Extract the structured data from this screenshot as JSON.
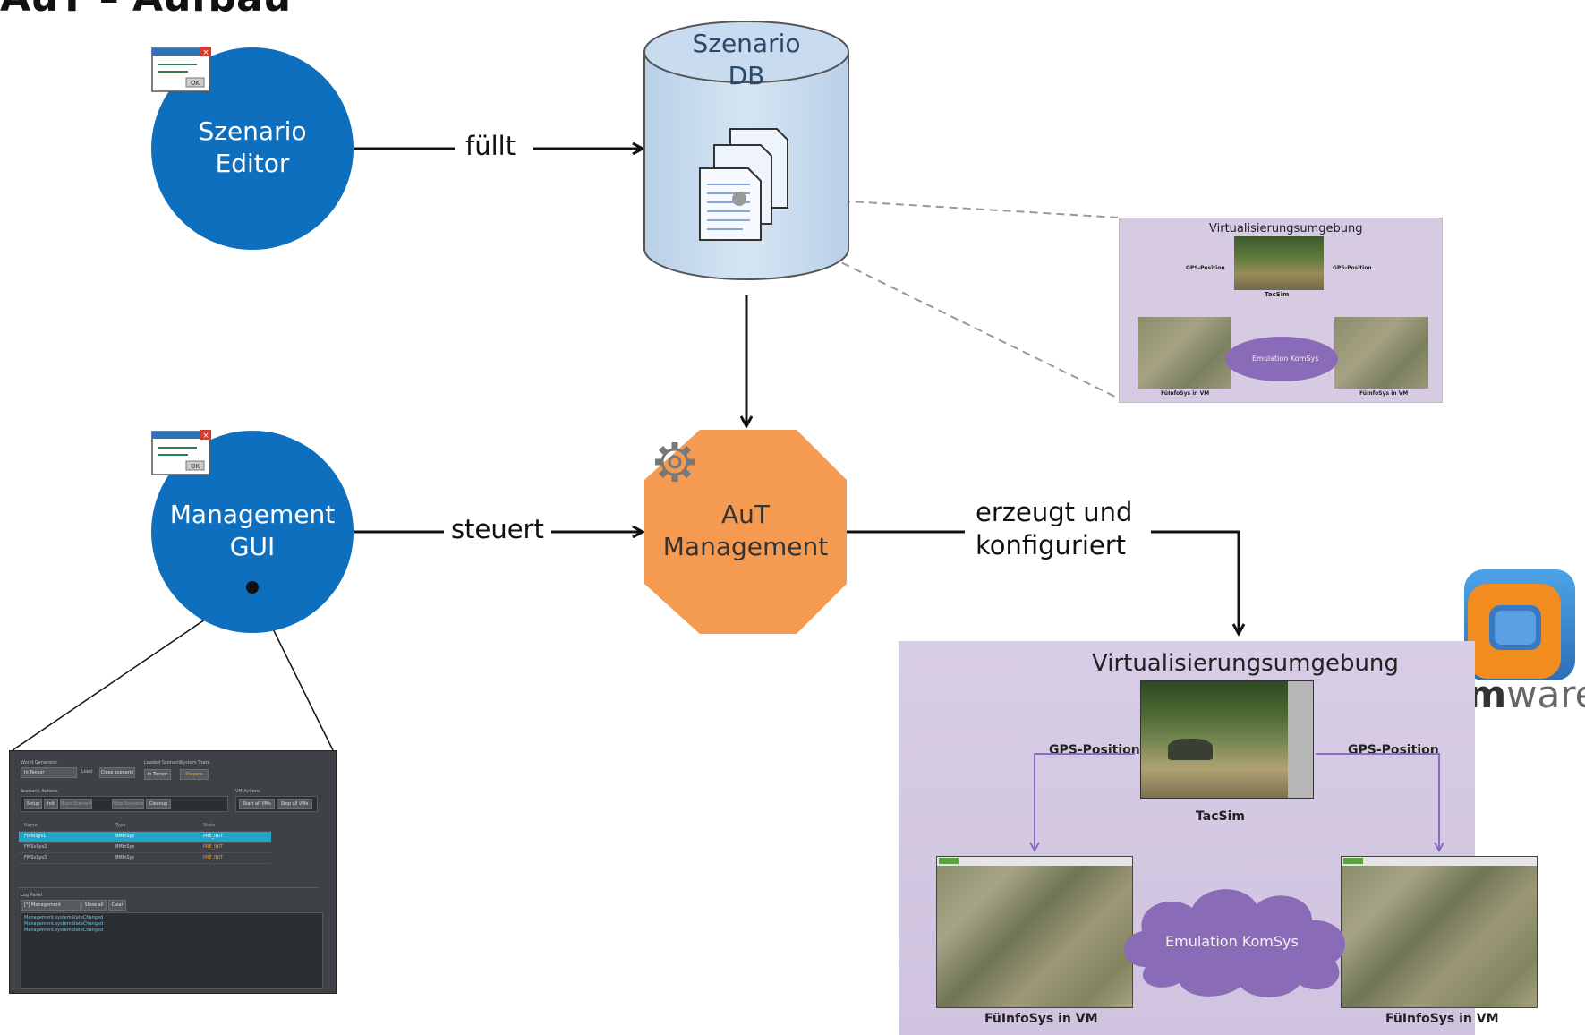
{
  "title": "AuT – Aufbau",
  "nodes": {
    "szenario_editor": "Szenario\nEditor",
    "szenario_db": "Szenario\nDB",
    "management_gui": "Management\nGUI",
    "aut_management": "AuT\nManagement"
  },
  "edges": {
    "fuellt": "füllt",
    "steuert": "steuert",
    "erzeugt": "erzeugt und\nkonfiguriert"
  },
  "app_window_icon": {
    "ok_label": "OK"
  },
  "virtualisierung_large": {
    "title": "Virtualisierungsumgebung",
    "gps_left": "GPS-Position",
    "gps_right": "GPS-Position",
    "tacsim": "TacSim",
    "cloud": "Emulation KomSys",
    "vm_left": "FüInfoSys in VM",
    "vm_right": "FüInfoSys in VM"
  },
  "virtualisierung_small": {
    "title": "Virtualisierungsumgebung",
    "gps_left": "GPS-Position",
    "gps_right": "GPS-Position",
    "tacsim": "TacSim",
    "cloud": "Emulation KomSys",
    "vm_left": "FüInfoSys in VM",
    "vm_right": "FüInfoSys in VM"
  },
  "vmware_logo": {
    "vm": "vm",
    "ware": "ware"
  },
  "management_screenshot": {
    "world_label": "World Generator",
    "world_select": "In Tensor",
    "load_btn": "Load",
    "close_btn": "Close scenario",
    "loaded_label": "Loaded Scenario",
    "loaded_value": "In Tensor",
    "state_label": "System State",
    "state_value": "Prepare",
    "actions_label": "Scenario Actions",
    "actions": [
      "Setup",
      "Init",
      "Start Scenario",
      "Stop Scenario",
      "Cleanup"
    ],
    "vm_label": "VM Actions",
    "vm_actions": [
      "Start all VMs",
      "Stop all VMs"
    ],
    "columns": [
      "Name",
      "Type",
      "State"
    ],
    "rows": [
      [
        "FInfoSys1",
        "BMInSys",
        "PRE_INIT"
      ],
      [
        "FMSvSys2",
        "BMInSys",
        "PRE_INIT"
      ],
      [
        "FMSvSys3",
        "BMInSys",
        "PRE_INIT"
      ]
    ],
    "log_label": "Log Panel",
    "log_select": "[*] Management",
    "show_all": "Show all",
    "clear": "Clear",
    "log_lines": [
      "Management.systemStateChanged",
      "Management.systemStateChanged",
      "Management.systemStateChanged"
    ]
  },
  "colors": {
    "node_blue": "#0e6fbf",
    "db_fill": "#c6dbef",
    "octagon": "#f59a51",
    "virt_bg": "#d6cbe3",
    "cloud": "#8a6bb8",
    "vmware_orange": "#f28c1e",
    "vmware_blue": "#3b78c4"
  }
}
